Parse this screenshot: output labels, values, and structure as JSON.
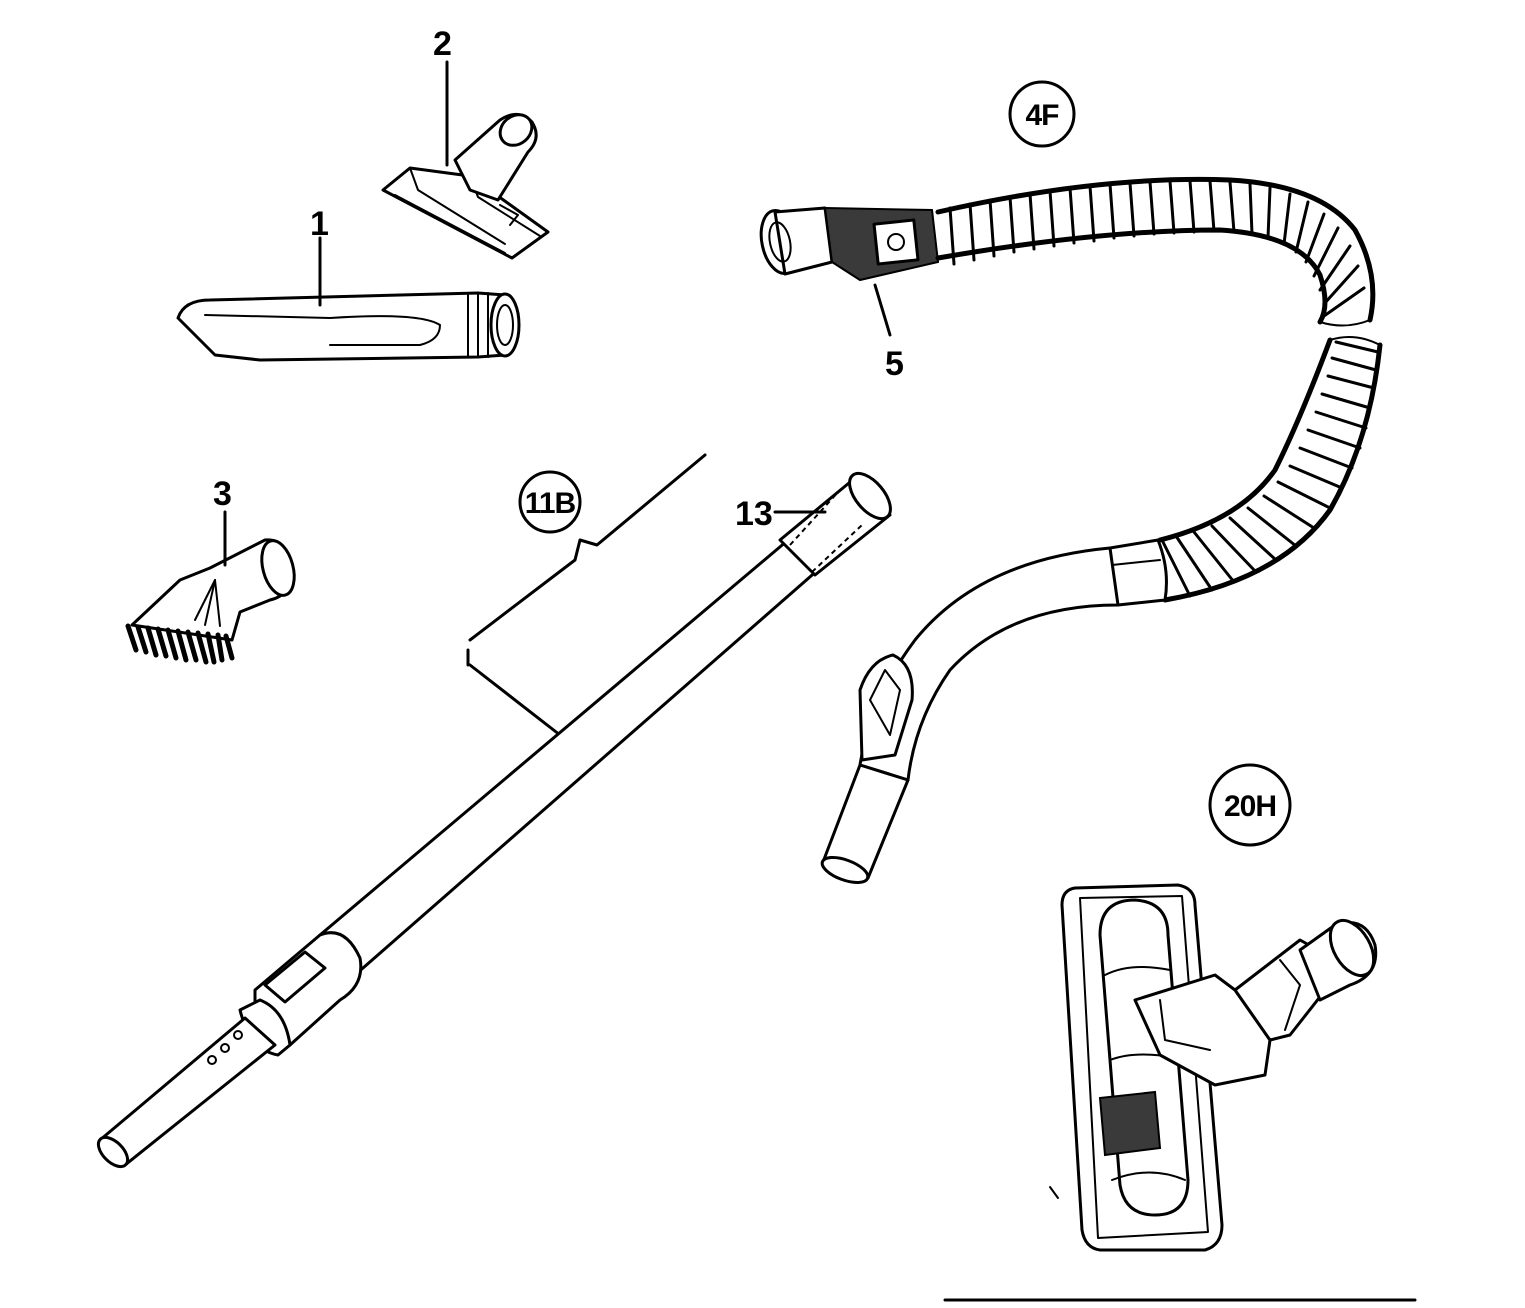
{
  "callouts": {
    "part_1": "1",
    "part_2": "2",
    "part_3": "3",
    "part_5": "5",
    "part_13": "13",
    "group_4f": "4F",
    "group_11b": "11B",
    "group_20h": "20H"
  },
  "colors": {
    "ink": "#000000",
    "paper": "#ffffff",
    "shading": "#3a3a3a"
  }
}
